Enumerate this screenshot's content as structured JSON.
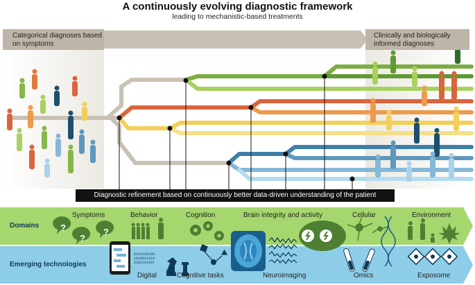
{
  "title": "A continuously evolving diagnostic framework",
  "subtitle": "leading to mechanistic-based treatments",
  "header_left": "Categorical diagnoses based on symptoms",
  "header_right": "Clinically and biologically informed diagnoses",
  "refinement_label": "Diagnostic refinement based on continuously better data-driven understanding of the patient",
  "domains": {
    "title": "Domains",
    "items": [
      "Symptoms",
      "Behavior",
      "Cognition",
      "Brain integrity and activity",
      "Cellular",
      "Environment"
    ]
  },
  "technologies": {
    "title": "Emerging technologies",
    "items": [
      "Digital",
      "Cognitive tasks",
      "Neuroimaging",
      "Omics",
      "Exposome"
    ]
  },
  "colors": {
    "trunk": "#c9c2b4",
    "green": "#86b84a",
    "orange": "#e8964a",
    "yellow": "#f1d45e",
    "blue": "#5f98bd",
    "light_blue": "#a9d3ea",
    "domains_band": "#a6d66e",
    "tech_band": "#8ecde8"
  },
  "icons": [
    "question-bubble-icon",
    "smartphone-icon",
    "gears-icon",
    "chess-knight-icon",
    "brain-scan-icon",
    "neuron-icon",
    "dna-icon",
    "test-tube-icon",
    "plant-leaf-icon",
    "hazard-sign-icon"
  ]
}
